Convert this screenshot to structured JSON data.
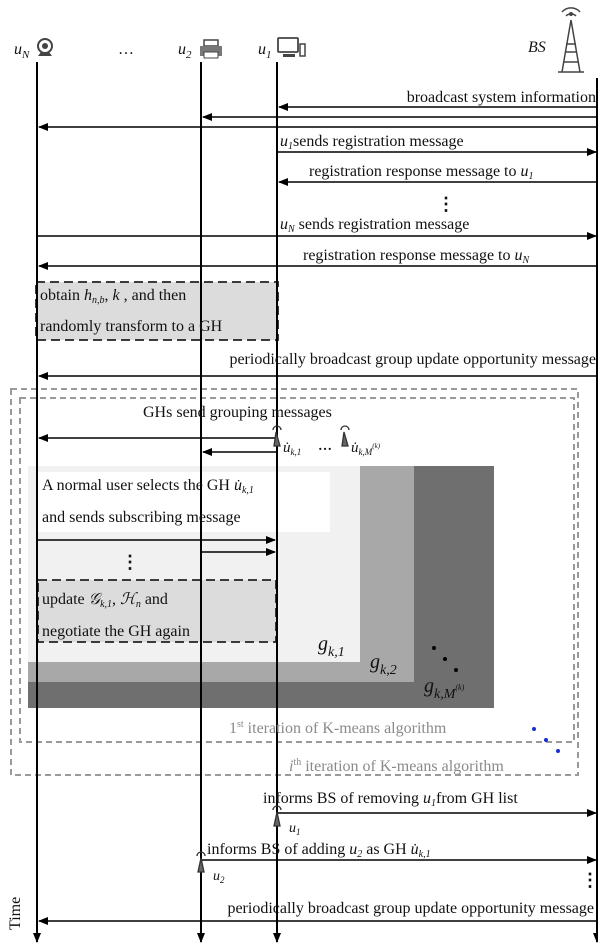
{
  "entities": {
    "uN": {
      "name": "u",
      "sub": "N"
    },
    "dots": "…",
    "u2": {
      "name": "u",
      "sub": "2"
    },
    "u1": {
      "name": "u",
      "sub": "1"
    },
    "bs": "BS"
  },
  "messages": {
    "broadcast": "broadcast system information",
    "u1_reg": "sends registration message",
    "reg_resp_u1": "registration response message to",
    "uN_reg": "sends registration message",
    "reg_resp_uN": "registration response message to",
    "periodic_top": "periodically broadcast group update opportunity message",
    "gh_send": "GHs send grouping messages",
    "inform_remove_pre": "informs BS of removing",
    "inform_remove_post": "from GH list",
    "inform_add_pre": "informs BS of adding",
    "inform_add_mid": "as GH",
    "periodic_bottom": "periodically broadcast group update opportunity message"
  },
  "boxes": {
    "obtain_line1_pre": "obtain",
    "obtain_line1_mid": ", and then",
    "obtain_line2": "randomly transform to a GH",
    "normal_line1": "A normal user selects the GH",
    "normal_line2": "and sends subscribing message",
    "update_line1_pre": "update",
    "update_line1_mid": "and",
    "update_line2": "negotiate the GH again"
  },
  "math": {
    "h": "h",
    "h_sub": "n,b",
    "k": "k",
    "udot": "u̇",
    "udot_k1_sub": "k,1",
    "udot_kM_sub": "k,M",
    "M_sup": "(k)",
    "G_k1": "𝒢",
    "G_sub": "k,1",
    "H_n": "ℋ",
    "H_sub": "n",
    "g": "g",
    "g_k1": "k,1",
    "g_k2": "k,2",
    "g_kM": "k,M"
  },
  "iterations": {
    "first_sup": "st",
    "first_num": "1",
    "first_text": "iteration of K-means algorithm",
    "ith_var": "i",
    "ith_sup": "th",
    "ith_text": "iteration of K-means algorithm"
  },
  "axis": {
    "time": "Time",
    "vdots": "⋮"
  },
  "colors": {
    "box_light": "#dcdcdc",
    "panel1": "#f1f1f1",
    "panel2": "#a8a8a8",
    "panel3": "#6f6f6f",
    "dots_blue": "#1a2bd1",
    "dashed_gray": "#9a9a9a"
  }
}
